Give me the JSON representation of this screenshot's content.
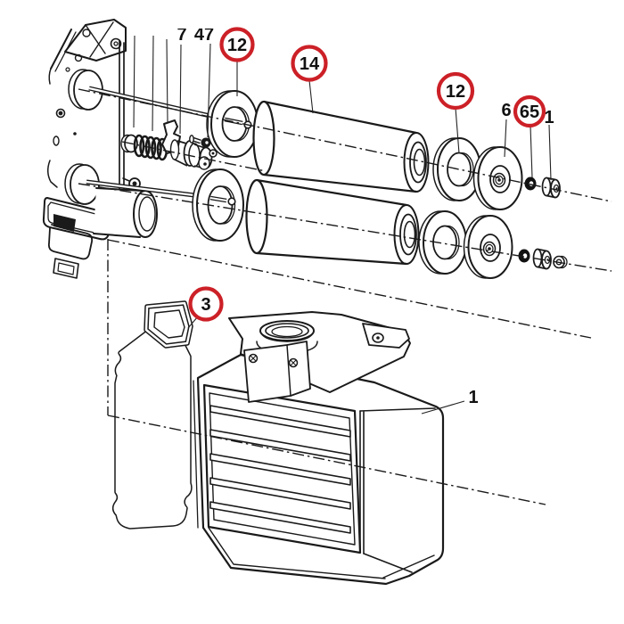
{
  "figure": {
    "type": "exploded-parts-diagram",
    "background": "#ffffff",
    "line_color": "#1a1a1a",
    "callout_circle_color": "#cc2027",
    "callouts": {
      "c12a": {
        "text": "12",
        "style": "circled",
        "points_to": "front-washer-upper"
      },
      "c14": {
        "text": "14",
        "style": "circled",
        "points_to": "roller-cylinder"
      },
      "c12b": {
        "text": "12",
        "style": "circled",
        "points_to": "rear-washer-upper"
      },
      "c65": {
        "text": "65",
        "style": "circled",
        "points_to": "o-ring"
      },
      "c3": {
        "text": "3",
        "style": "circled",
        "points_to": "gasket"
      },
      "p7": {
        "text": "7",
        "style": "plain",
        "points_to": "valve-body"
      },
      "p47": {
        "text": "47",
        "style": "plain",
        "points_to": "pin"
      },
      "p6": {
        "text": "6",
        "style": "plain",
        "points_to": "pulley-disc"
      },
      "p1_right": {
        "text": "1",
        "style": "plain",
        "points_to": "cap-nut"
      },
      "p1_cover": {
        "text": "1",
        "style": "plain",
        "points_to": "louvered-cover"
      }
    }
  }
}
